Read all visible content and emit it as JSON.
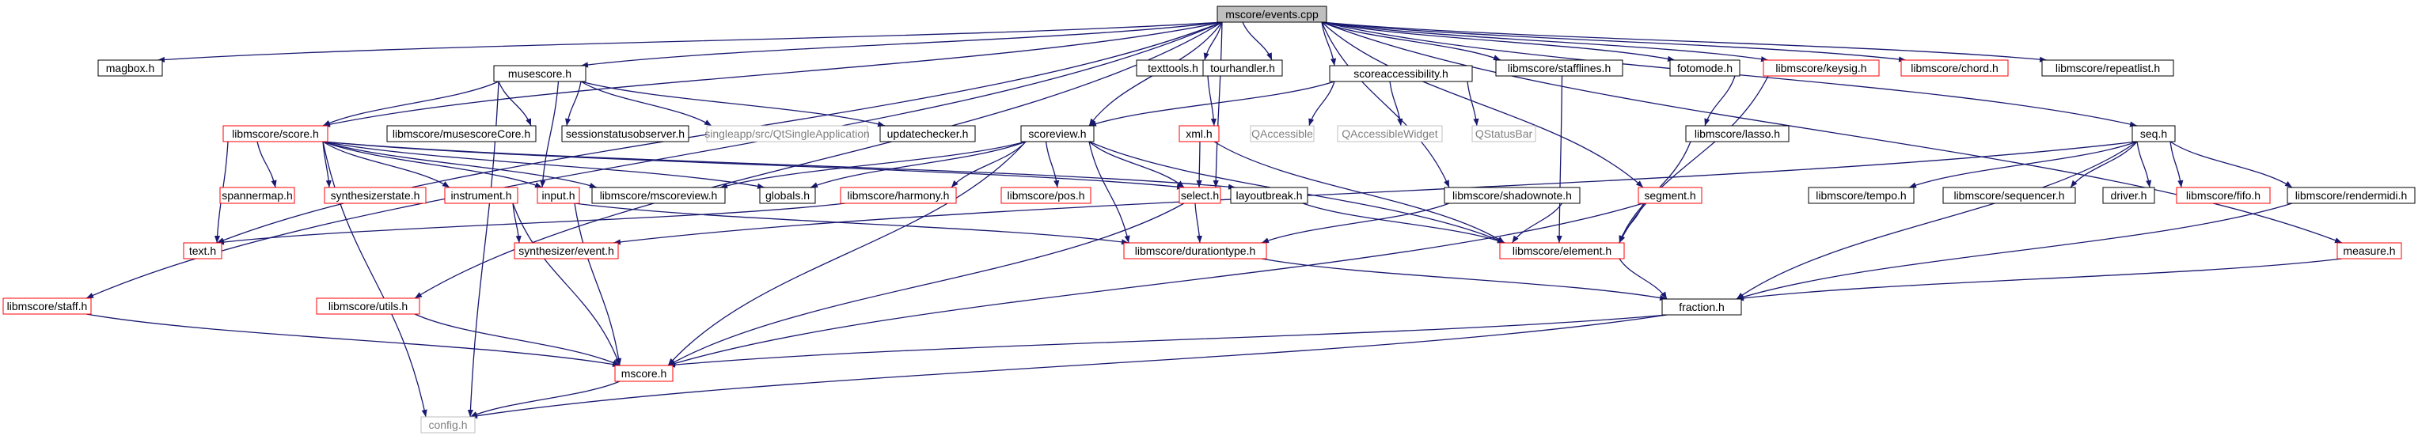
{
  "colors": {
    "edge": "#191970",
    "box_defined": "#000000",
    "box_missing_doc": "#ff0000",
    "box_external": "#bfbfbf",
    "root_fill": "#bfbfbf",
    "node_fill": "#ffffff",
    "text_normal": "#000000",
    "text_external": "#808080"
  },
  "nodes": [
    {
      "id": "root",
      "label": "mscore/events.cpp",
      "kind": "root"
    },
    {
      "id": "magbox",
      "label": "magbox.h",
      "kind": "normal"
    },
    {
      "id": "musescore",
      "label": "musescore.h",
      "kind": "normal"
    },
    {
      "id": "texttools",
      "label": "texttools.h",
      "kind": "normal"
    },
    {
      "id": "tourhandler",
      "label": "tourhandler.h",
      "kind": "normal"
    },
    {
      "id": "scoreacc",
      "label": "scoreaccessibility.h",
      "kind": "normal"
    },
    {
      "id": "stafflines",
      "label": "libmscore/stafflines.h",
      "kind": "normal"
    },
    {
      "id": "fotomode",
      "label": "fotomode.h",
      "kind": "normal"
    },
    {
      "id": "keysig",
      "label": "libmscore/keysig.h",
      "kind": "red"
    },
    {
      "id": "chord",
      "label": "libmscore/chord.h",
      "kind": "red"
    },
    {
      "id": "repeatlist",
      "label": "libmscore/repeatlist.h",
      "kind": "normal"
    },
    {
      "id": "score",
      "label": "libmscore/score.h",
      "kind": "red"
    },
    {
      "id": "musescorecore",
      "label": "libmscore/musescoreCore.h",
      "kind": "normal"
    },
    {
      "id": "sessionstatus",
      "label": "sessionstatusobserver.h",
      "kind": "normal"
    },
    {
      "id": "qtsingle",
      "label": "singleapp/src/QtSingleApplication",
      "kind": "gray"
    },
    {
      "id": "updatechecker",
      "label": "updatechecker.h",
      "kind": "normal"
    },
    {
      "id": "scoreview",
      "label": "scoreview.h",
      "kind": "normal"
    },
    {
      "id": "xml",
      "label": "xml.h",
      "kind": "red"
    },
    {
      "id": "qaccessible",
      "label": "QAccessible",
      "kind": "gray"
    },
    {
      "id": "qaccwidget",
      "label": "QAccessibleWidget",
      "kind": "gray"
    },
    {
      "id": "qstatusbar",
      "label": "QStatusBar",
      "kind": "gray"
    },
    {
      "id": "lasso",
      "label": "libmscore/lasso.h",
      "kind": "normal"
    },
    {
      "id": "seq",
      "label": "seq.h",
      "kind": "normal"
    },
    {
      "id": "spannermap",
      "label": "spannermap.h",
      "kind": "red"
    },
    {
      "id": "synthstate",
      "label": "synthesizerstate.h",
      "kind": "red"
    },
    {
      "id": "instrument",
      "label": "instrument.h",
      "kind": "red"
    },
    {
      "id": "input",
      "label": "input.h",
      "kind": "red"
    },
    {
      "id": "mscoreview",
      "label": "libmscore/mscoreview.h",
      "kind": "normal"
    },
    {
      "id": "globals",
      "label": "globals.h",
      "kind": "normal"
    },
    {
      "id": "harmony",
      "label": "libmscore/harmony.h",
      "kind": "red"
    },
    {
      "id": "pos",
      "label": "libmscore/pos.h",
      "kind": "red"
    },
    {
      "id": "select",
      "label": "select.h",
      "kind": "red"
    },
    {
      "id": "layoutbreak",
      "label": "layoutbreak.h",
      "kind": "normal"
    },
    {
      "id": "shadownote",
      "label": "libmscore/shadownote.h",
      "kind": "normal"
    },
    {
      "id": "segment",
      "label": "segment.h",
      "kind": "red"
    },
    {
      "id": "tempo",
      "label": "libmscore/tempo.h",
      "kind": "normal"
    },
    {
      "id": "sequencer",
      "label": "libmscore/sequencer.h",
      "kind": "normal"
    },
    {
      "id": "driver",
      "label": "driver.h",
      "kind": "normal"
    },
    {
      "id": "fifo",
      "label": "libmscore/fifo.h",
      "kind": "red"
    },
    {
      "id": "rendermidi",
      "label": "libmscore/rendermidi.h",
      "kind": "normal"
    },
    {
      "id": "text",
      "label": "text.h",
      "kind": "red"
    },
    {
      "id": "synthevent",
      "label": "synthesizer/event.h",
      "kind": "red"
    },
    {
      "id": "durationtype",
      "label": "libmscore/durationtype.h",
      "kind": "red"
    },
    {
      "id": "element",
      "label": "libmscore/element.h",
      "kind": "red"
    },
    {
      "id": "measure",
      "label": "measure.h",
      "kind": "red"
    },
    {
      "id": "staff",
      "label": "libmscore/staff.h",
      "kind": "red"
    },
    {
      "id": "utils",
      "label": "libmscore/utils.h",
      "kind": "red"
    },
    {
      "id": "fraction",
      "label": "fraction.h",
      "kind": "normal"
    },
    {
      "id": "mscore",
      "label": "mscore.h",
      "kind": "red"
    },
    {
      "id": "config",
      "label": "config.h",
      "kind": "gray"
    }
  ],
  "edges": [
    [
      "root",
      "magbox"
    ],
    [
      "root",
      "musescore"
    ],
    [
      "root",
      "texttools"
    ],
    [
      "root",
      "tourhandler"
    ],
    [
      "root",
      "scoreacc"
    ],
    [
      "root",
      "stafflines"
    ],
    [
      "root",
      "fotomode"
    ],
    [
      "root",
      "keysig"
    ],
    [
      "root",
      "chord"
    ],
    [
      "root",
      "repeatlist"
    ],
    [
      "root",
      "score"
    ],
    [
      "root",
      "scoreview"
    ],
    [
      "root",
      "select"
    ],
    [
      "root",
      "segment"
    ],
    [
      "root",
      "seq"
    ],
    [
      "root",
      "measure"
    ],
    [
      "root",
      "staff"
    ],
    [
      "root",
      "utils"
    ],
    [
      "root",
      "text"
    ],
    [
      "root",
      "shadownote"
    ],
    [
      "musescore",
      "score"
    ],
    [
      "musescore",
      "musescorecore"
    ],
    [
      "musescore",
      "sessionstatus"
    ],
    [
      "musescore",
      "qtsingle"
    ],
    [
      "musescore",
      "updatechecker"
    ],
    [
      "musescore",
      "config"
    ],
    [
      "musescore",
      "input"
    ],
    [
      "tourhandler",
      "xml"
    ],
    [
      "scoreacc",
      "scoreview"
    ],
    [
      "scoreacc",
      "qaccessible"
    ],
    [
      "scoreacc",
      "qaccwidget"
    ],
    [
      "scoreacc",
      "qstatusbar"
    ],
    [
      "stafflines",
      "element"
    ],
    [
      "fotomode",
      "lasso"
    ],
    [
      "keysig",
      "element"
    ],
    [
      "lasso",
      "element"
    ],
    [
      "score",
      "spannermap"
    ],
    [
      "score",
      "synthstate"
    ],
    [
      "score",
      "instrument"
    ],
    [
      "score",
      "input"
    ],
    [
      "score",
      "mscoreview"
    ],
    [
      "score",
      "globals"
    ],
    [
      "score",
      "select"
    ],
    [
      "score",
      "layoutbreak"
    ],
    [
      "score",
      "config"
    ],
    [
      "score",
      "text"
    ],
    [
      "scoreview",
      "globals"
    ],
    [
      "scoreview",
      "mscoreview"
    ],
    [
      "scoreview",
      "harmony"
    ],
    [
      "scoreview",
      "pos"
    ],
    [
      "scoreview",
      "select"
    ],
    [
      "scoreview",
      "durationtype"
    ],
    [
      "scoreview",
      "mscore"
    ],
    [
      "scoreview",
      "element"
    ],
    [
      "xml",
      "select"
    ],
    [
      "xml",
      "element"
    ],
    [
      "instrument",
      "synthevent"
    ],
    [
      "instrument",
      "mscore"
    ],
    [
      "input",
      "durationtype"
    ],
    [
      "input",
      "mscore"
    ],
    [
      "harmony",
      "text"
    ],
    [
      "select",
      "durationtype"
    ],
    [
      "select",
      "mscore"
    ],
    [
      "layoutbreak",
      "element"
    ],
    [
      "shadownote",
      "element"
    ],
    [
      "shadownote",
      "durationtype"
    ],
    [
      "segment",
      "element"
    ],
    [
      "segment",
      "mscore"
    ],
    [
      "seq",
      "tempo"
    ],
    [
      "seq",
      "sequencer"
    ],
    [
      "seq",
      "driver"
    ],
    [
      "seq",
      "fifo"
    ],
    [
      "seq",
      "rendermidi"
    ],
    [
      "seq",
      "synthevent"
    ],
    [
      "seq",
      "fraction"
    ],
    [
      "rendermidi",
      "fraction"
    ],
    [
      "measure",
      "fraction"
    ],
    [
      "durationtype",
      "fraction"
    ],
    [
      "element",
      "fraction"
    ],
    [
      "fraction",
      "mscore"
    ],
    [
      "fraction",
      "config"
    ],
    [
      "staff",
      "mscore"
    ],
    [
      "utils",
      "mscore"
    ],
    [
      "mscore",
      "config"
    ]
  ]
}
